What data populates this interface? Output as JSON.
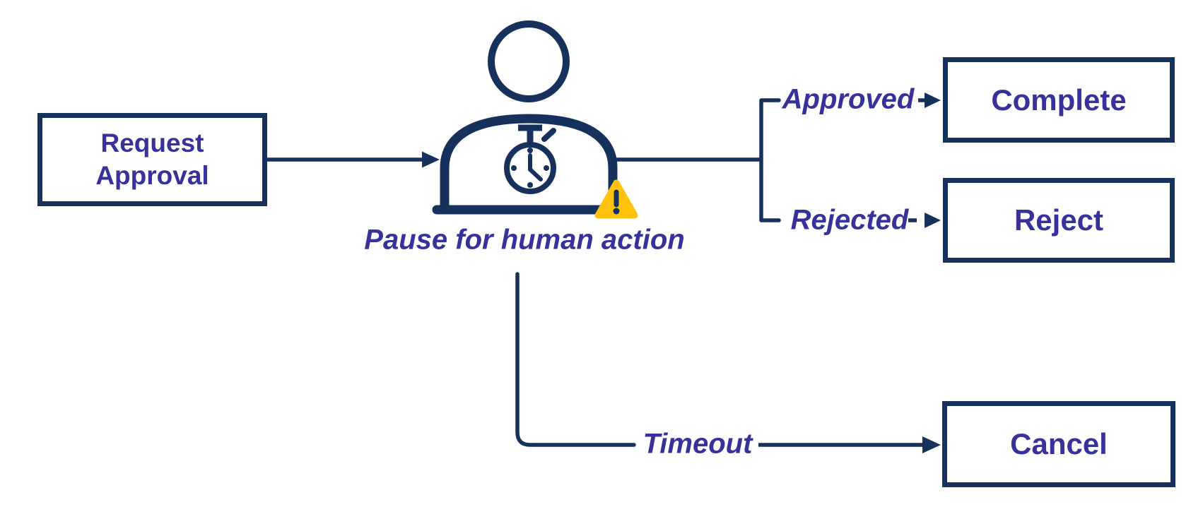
{
  "colors": {
    "navy": "#17315D",
    "text_purple": "#37329B",
    "warning_amber": "#FFC20E",
    "background": "#FFFFFF"
  },
  "nodes": {
    "request_approval": {
      "line1": "Request",
      "line2": "Approval"
    },
    "complete": {
      "label": "Complete"
    },
    "reject": {
      "label": "Reject"
    },
    "cancel": {
      "label": "Cancel"
    }
  },
  "edges": {
    "approved_label": "Approved",
    "rejected_label": "Rejected",
    "timeout_label": "Timeout"
  },
  "caption": {
    "pause_for_human_action": "Pause for human action"
  },
  "icons": {
    "person": "person-icon",
    "stopwatch": "stopwatch-icon",
    "warning": "warning-triangle-icon"
  }
}
